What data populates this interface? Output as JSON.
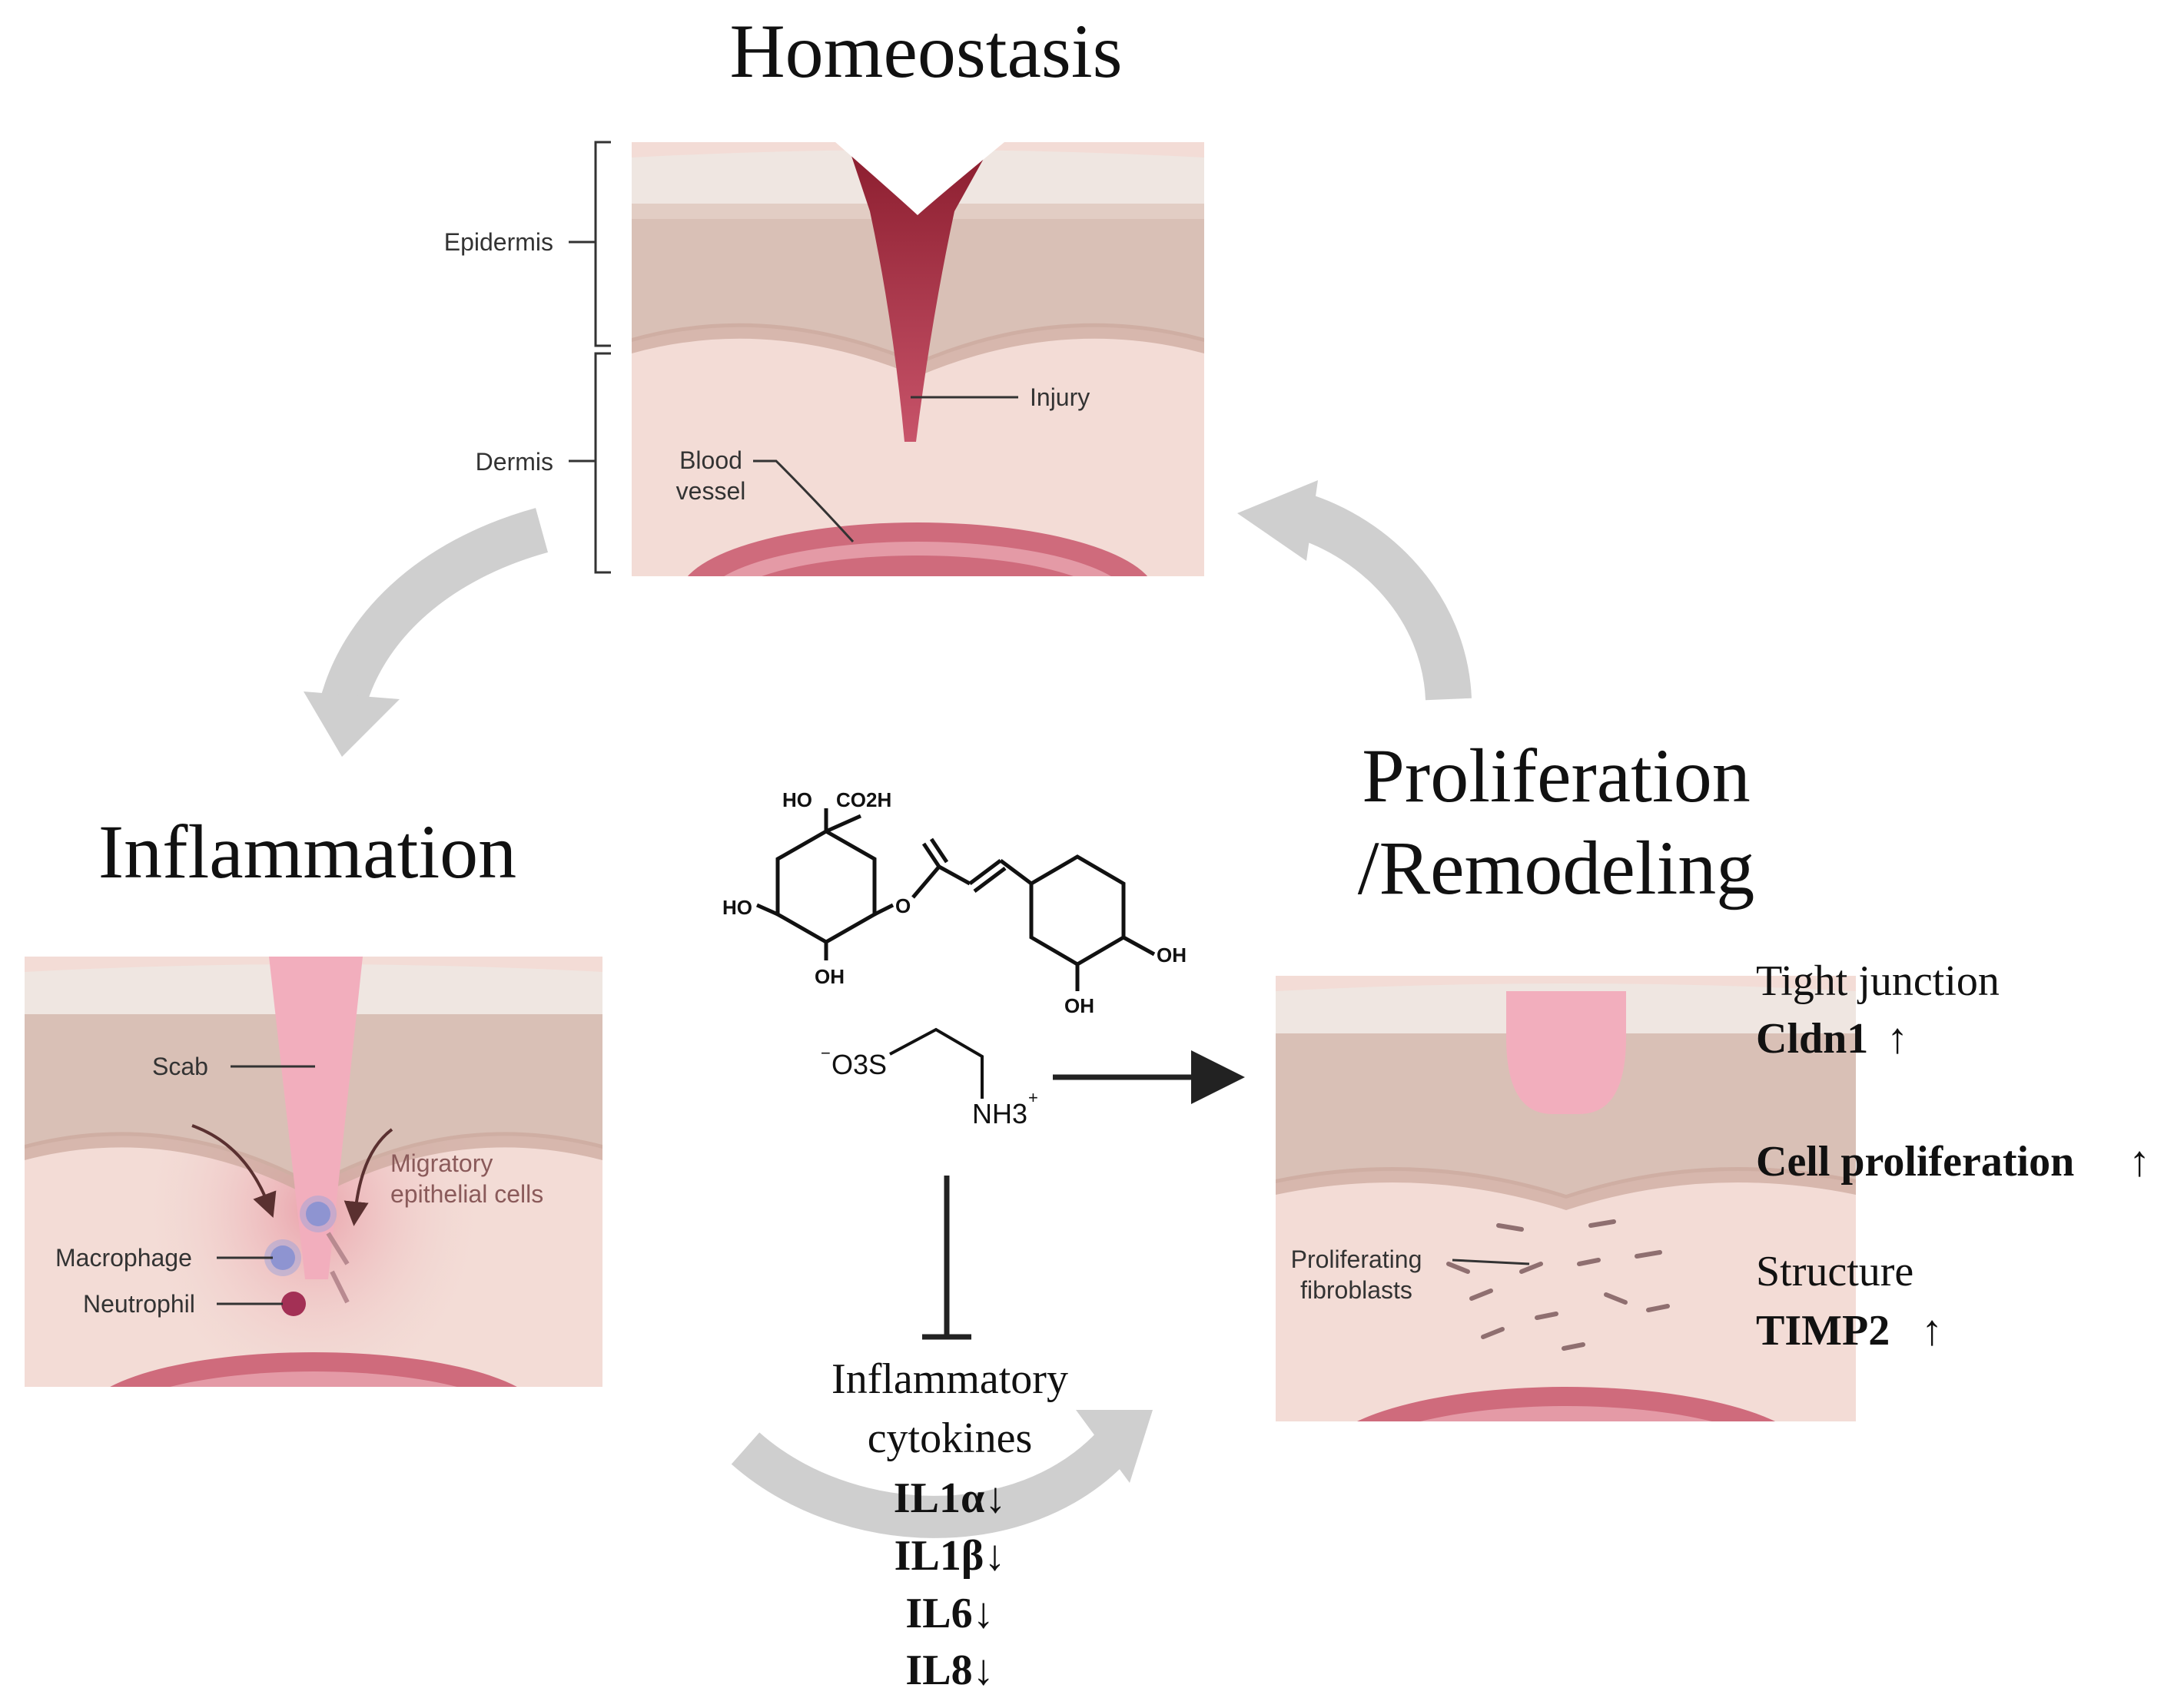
{
  "stages": {
    "homeostasis": "Homeostasis",
    "inflammation": "Inflammation",
    "proliferation_line1": "Proliferation",
    "proliferation_line2": "/Remodeling"
  },
  "labels": {
    "epidermis": "Epidermis",
    "dermis": "Dermis",
    "injury": "Injury",
    "blood_vessel_1": "Blood",
    "blood_vessel_2": "vessel",
    "scab": "Scab",
    "migratory_1": "Migratory",
    "migratory_2": "epithelial cells",
    "macrophage": "Macrophage",
    "neutrophil": "Neutrophil",
    "fibroblasts_1": "Proliferating",
    "fibroblasts_2": "fibroblasts"
  },
  "molecules": {
    "cga_ho_top": "HO",
    "cga_co2h": "CO2H",
    "cga_ho_left": "HO",
    "cga_oh_bottom": "OH",
    "cga_o": "O",
    "cga_oh_right": "OH",
    "cga_oh_lower": "OH",
    "taurine_so3": "O3S",
    "taurine_nh3": "NH3"
  },
  "effects": {
    "tight_junction": "Tight junction",
    "cldn1": "Cldn1",
    "cell_proliferation": "Cell proliferation",
    "structure": "Structure",
    "timp2": "TIMP2",
    "up_arrow": "↑"
  },
  "cytokines": {
    "title_1": "Inflammatory",
    "title_2": "cytokines",
    "il1a": "IL1α↓",
    "il1b": "IL1β↓",
    "il6": "IL6↓",
    "il8": "IL8↓"
  },
  "colors": {
    "skin_top": "#efe6e1",
    "epidermis": "#d9c0b6",
    "dermis": "#f3dcd6",
    "vessel": "#cf6b7c",
    "wound": "#9b2335",
    "scab": "#f2aebd",
    "cycle_arrow": "#cfcfcf"
  }
}
